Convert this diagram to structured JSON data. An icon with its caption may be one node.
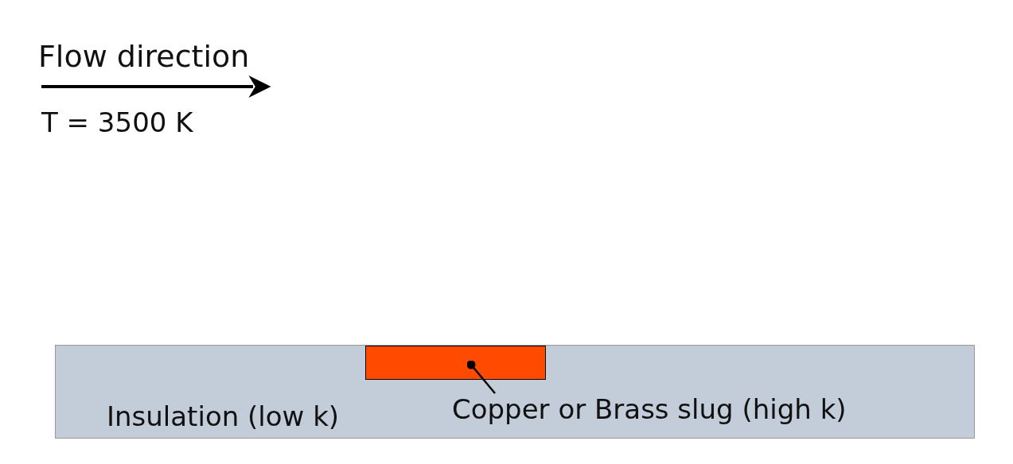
{
  "diagram": {
    "nodes": [
      {
        "text": [
          "Insulation (low k)"
        ]
      },
      {
        "text": [],
        "shape": "box",
        "in": 0
      },
      {
        "text": [
          "Copper or Brass slug (high k)"
        ],
        "in": 0
      }
    ],
    "edges": [
      {
        "from": 2,
        "to": 1,
        "arrow": "other"
      }
    ],
    "labels": [
      "Flow direction",
      "T = 3500 K"
    ]
  }
}
